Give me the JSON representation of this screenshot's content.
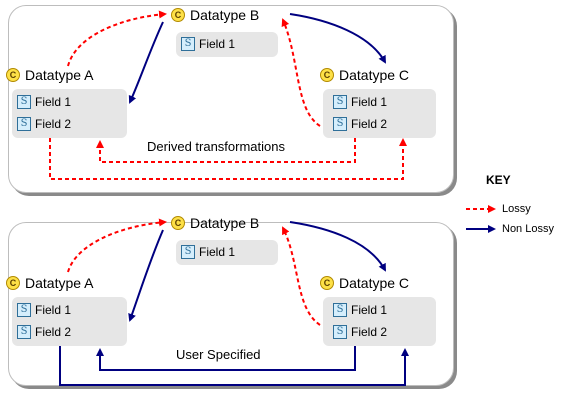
{
  "panels": [
    {
      "datatypes": [
        {
          "name": "Datatype A",
          "fields": [
            "Field 1",
            "Field 2"
          ]
        },
        {
          "name": "Datatype B",
          "fields": [
            "Field 1"
          ]
        },
        {
          "name": "Datatype C",
          "fields": [
            "Field 1",
            "Field 2"
          ]
        }
      ],
      "caption": "Derived transformations"
    },
    {
      "datatypes": [
        {
          "name": "Datatype A",
          "fields": [
            "Field 1",
            "Field 2"
          ]
        },
        {
          "name": "Datatype B",
          "fields": [
            "Field 1"
          ]
        },
        {
          "name": "Datatype C",
          "fields": [
            "Field 1",
            "Field 2"
          ]
        }
      ],
      "caption": "User Specified"
    }
  ],
  "icons": {
    "class": "C",
    "field": "S"
  },
  "key": {
    "title": "KEY",
    "lossy": "Lossy",
    "non_lossy": "Non Lossy"
  },
  "colors": {
    "lossy": "#ff0000",
    "non_lossy": "#000080"
  }
}
